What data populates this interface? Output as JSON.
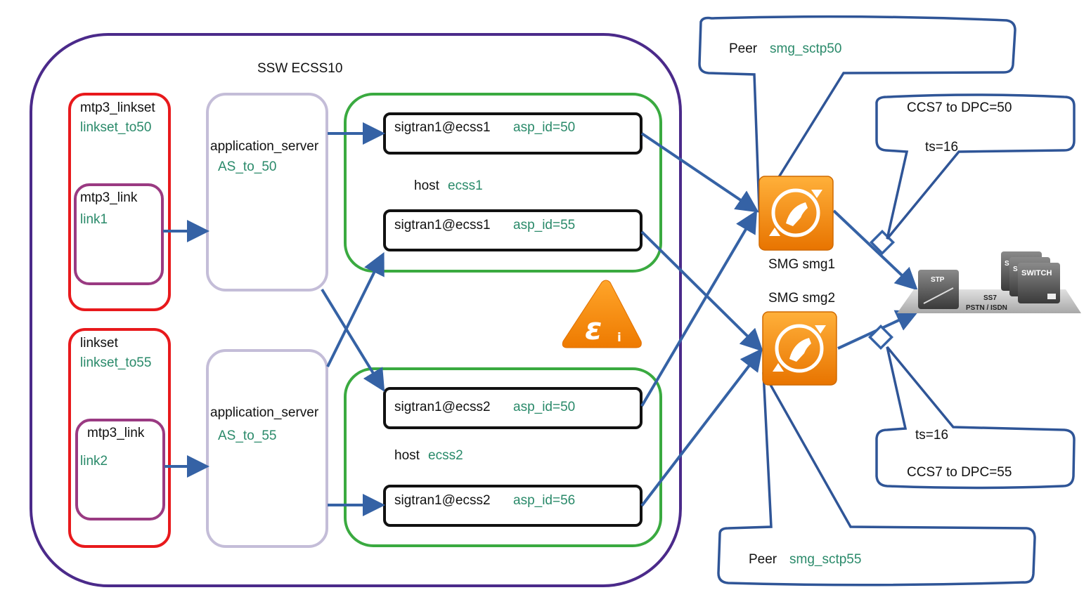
{
  "ssw": {
    "title": "SSW ECSS10"
  },
  "linkset1": {
    "label": "mtp3_linkset",
    "value": "linkset_to50"
  },
  "link1": {
    "label": "mtp3_link",
    "value": "link1"
  },
  "linkset2": {
    "label": "linkset",
    "value": "linkset_to55"
  },
  "link2": {
    "label": "mtp3_link",
    "value": "link2"
  },
  "as1": {
    "label": "application_server",
    "value": "AS_to_50"
  },
  "as2": {
    "label": "application_server",
    "value": "AS_to_55"
  },
  "host1": {
    "label": "host",
    "value": "ecss1",
    "asp1": {
      "name": "sigtran1@ecss1",
      "id": "asp_id=50"
    },
    "asp2": {
      "name": "sigtran1@ecss1",
      "id": "asp_id=55"
    }
  },
  "host2": {
    "label": "host",
    "value": "ecss2",
    "asp1": {
      "name": "sigtran1@ecss2",
      "id": "asp_id=50"
    },
    "asp2": {
      "name": "sigtran1@ecss2",
      "id": "asp_id=56"
    }
  },
  "smg1": {
    "label": "SMG smg1"
  },
  "smg2": {
    "label": "SMG smg2"
  },
  "peer1": {
    "label": "Peer",
    "value": "smg_sctp50"
  },
  "peer2": {
    "label": "Peer",
    "value": "smg_sctp55"
  },
  "ccs1": {
    "title": "CCS7 to DPC=50",
    "ts": "ts=16"
  },
  "ccs2": {
    "title": "CCS7 to DPC=55",
    "ts": "ts=16"
  },
  "network": {
    "stp": "STP",
    "switch": "SWITCH",
    "ss7": "SS7",
    "pstn": "PSTN / ISDN",
    "s": "S"
  },
  "colors": {
    "outer": "#4b2a8a",
    "red": "#e8191c",
    "link": "#9a3a82",
    "as": "#c4bdd8",
    "host": "#3aaa40",
    "arrow": "#3562a5",
    "callout": "#2f5597",
    "orange": "#f28a10"
  }
}
